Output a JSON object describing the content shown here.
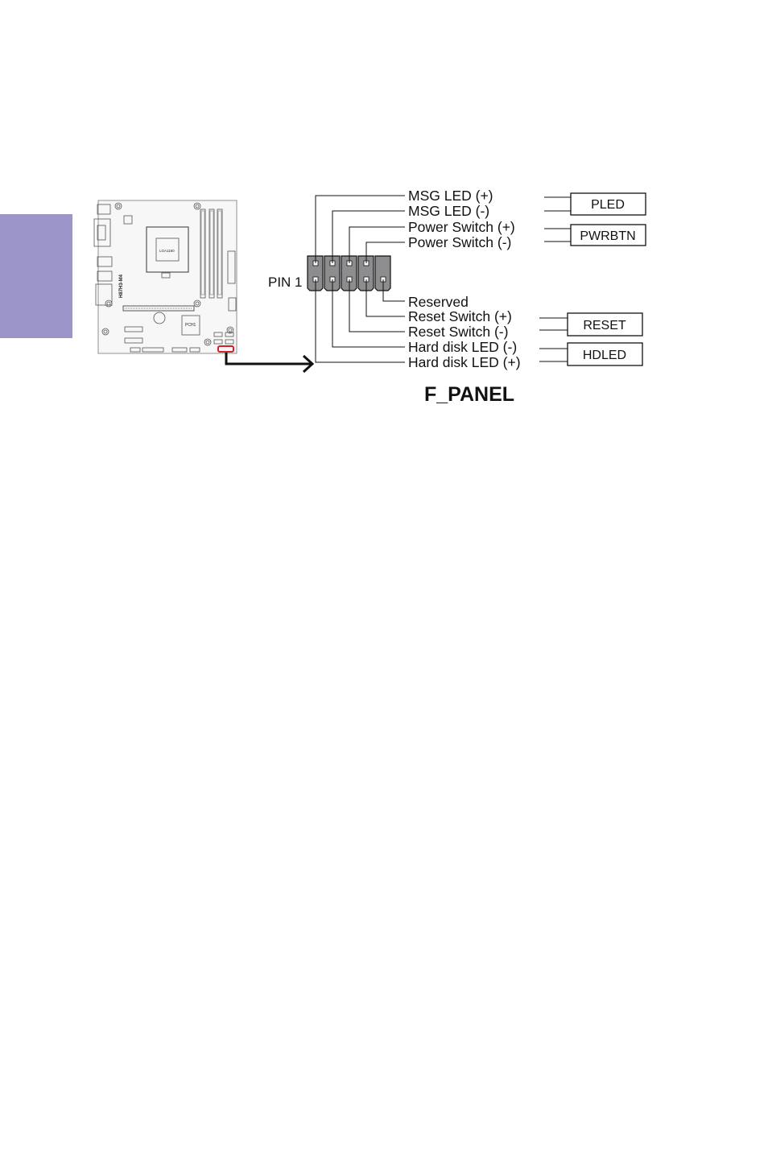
{
  "side_tab_color": "#9b95c9",
  "board": {
    "model": "H87H3-M4",
    "socket": "LGA1150",
    "chipset": "PCH1"
  },
  "connector": {
    "pin1_label": "PIN 1",
    "title": "F_PANEL",
    "pins": [
      "MSG LED (+)",
      "MSG LED (-)",
      "Power Switch (+)",
      "Power Switch (-)",
      "Reserved",
      "Reset Switch (+)",
      "Reset Switch (-)",
      "Hard disk LED (-)",
      "Hard disk LED (+)"
    ],
    "groups": [
      "PLED",
      "PWRBTN",
      "RESET",
      "HDLED"
    ]
  }
}
